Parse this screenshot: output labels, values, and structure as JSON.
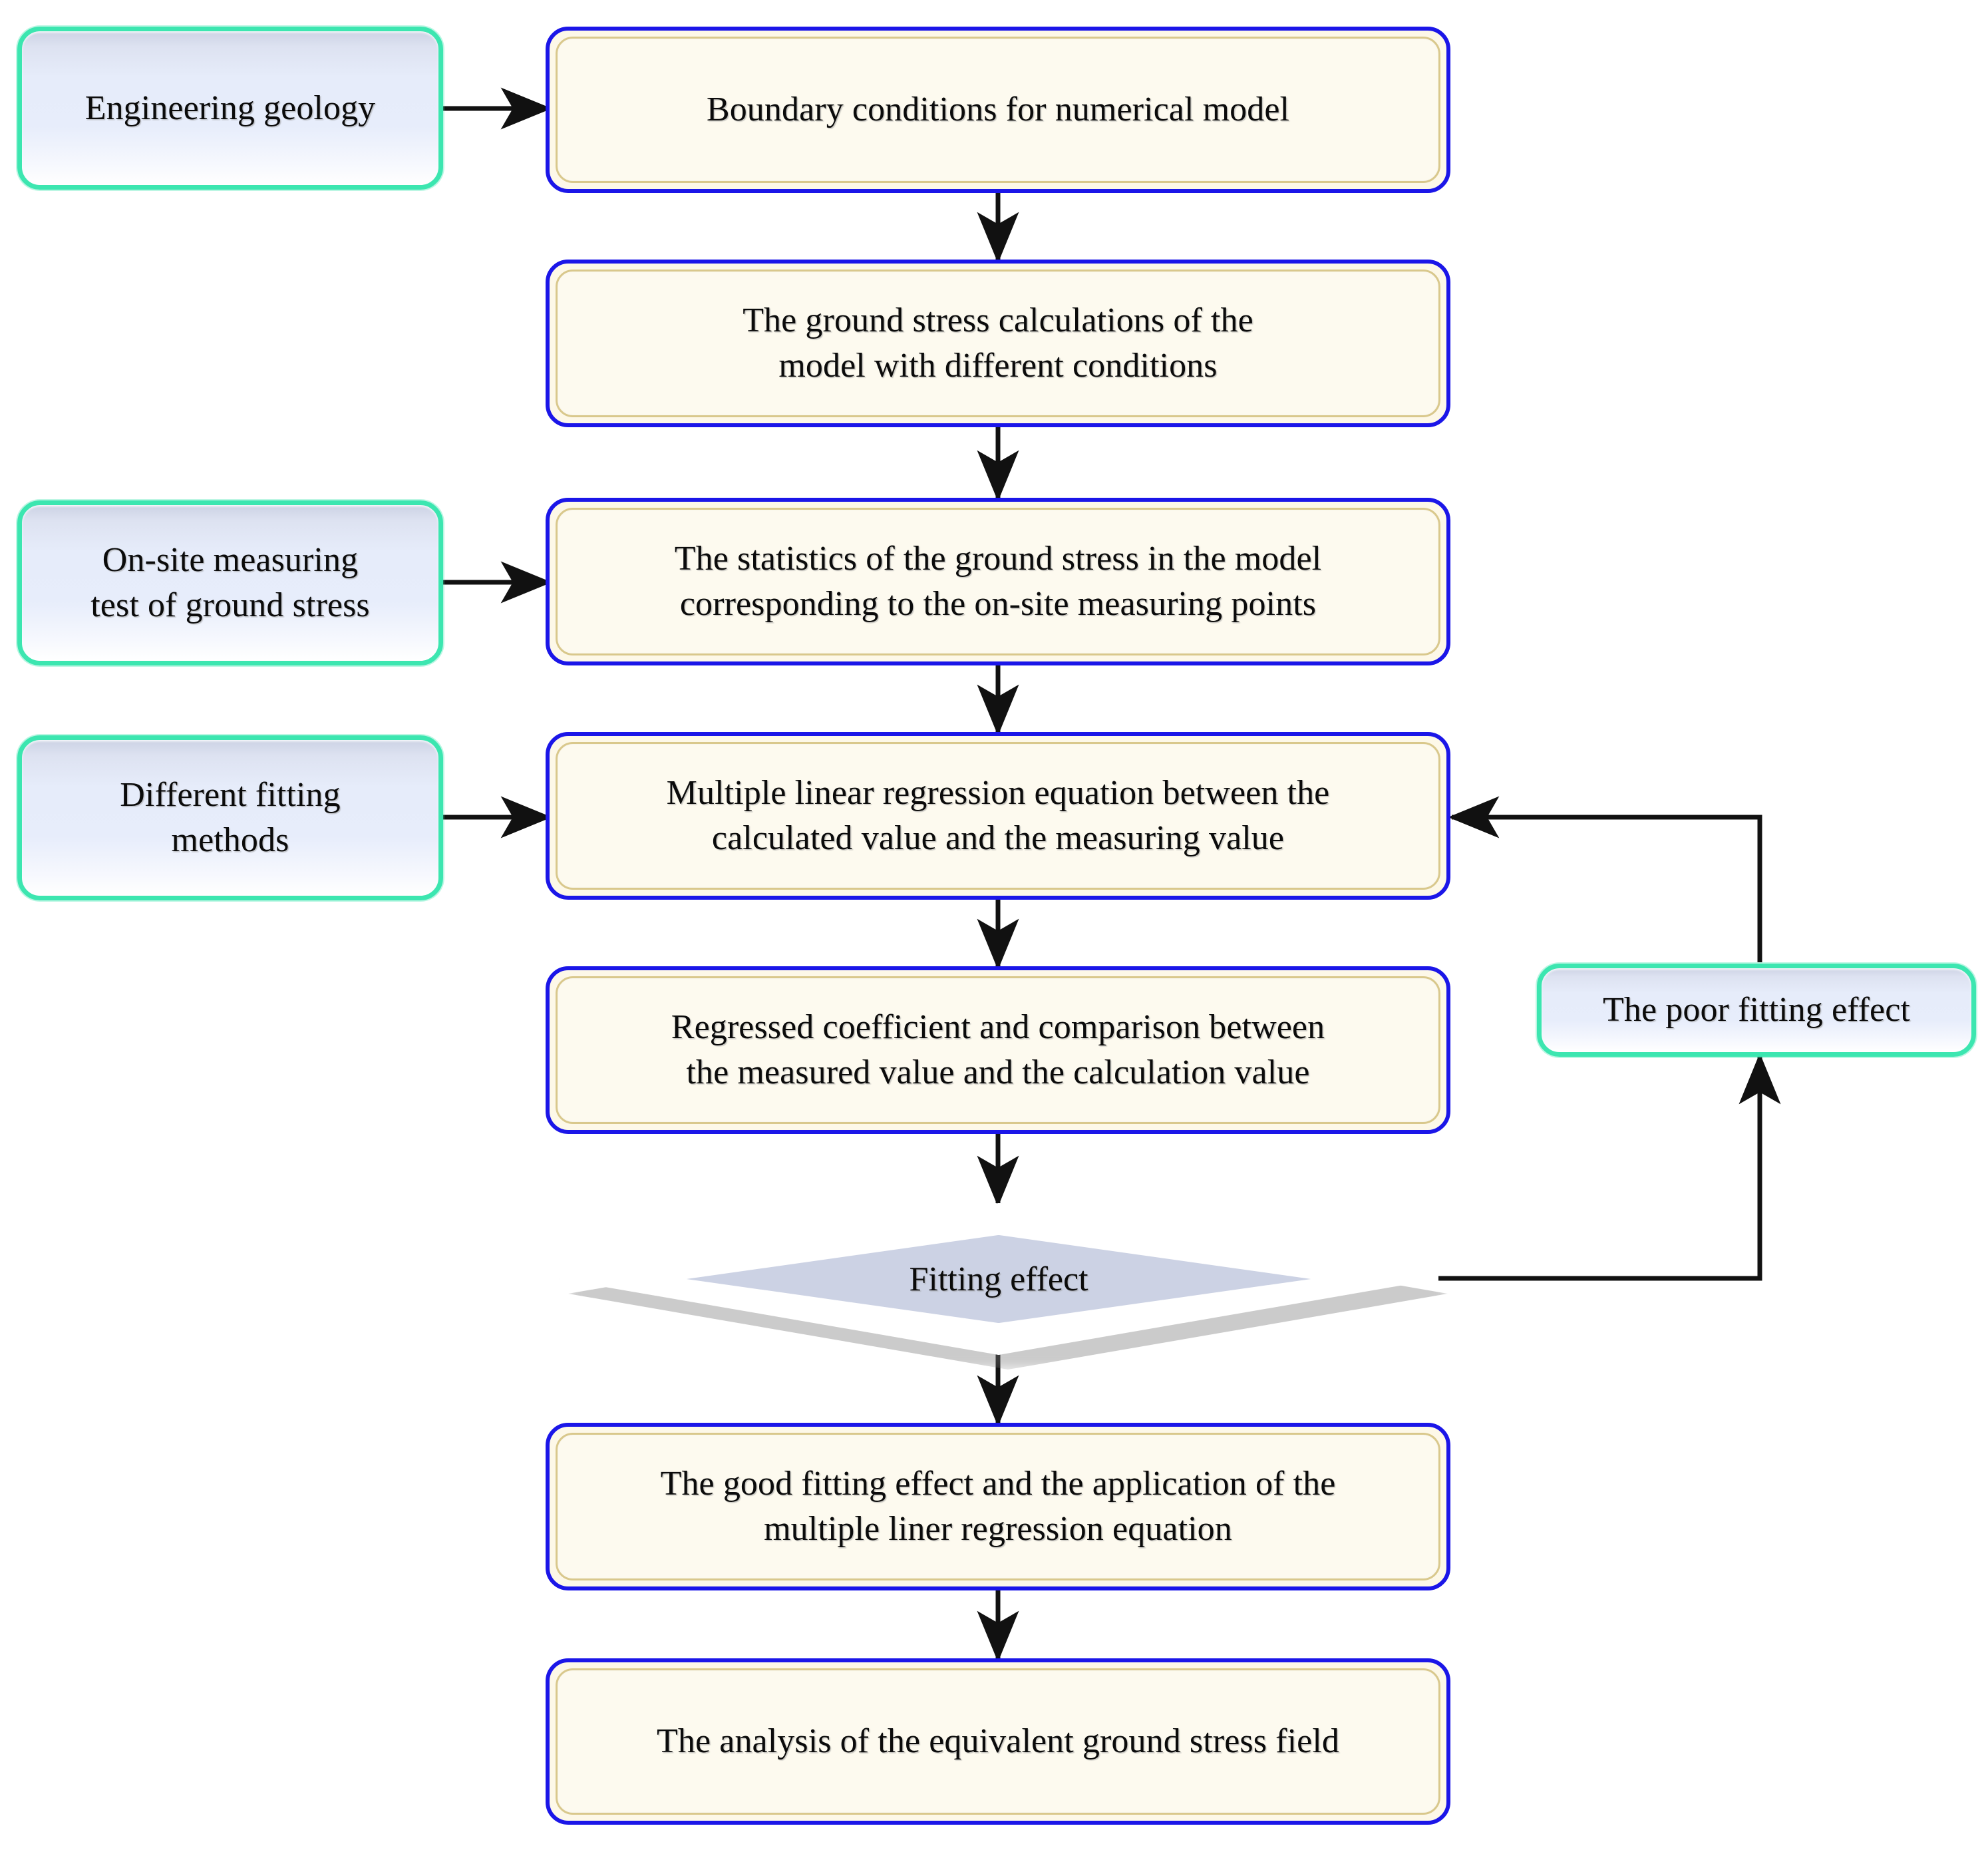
{
  "diagram": {
    "title": "Ground stress field regression analysis flowchart",
    "type": "flowchart",
    "background_color": "#ffffff",
    "palette": {
      "input_border": "#3ce6b0",
      "input_fill": "#e6ecfa",
      "process_border": "#1b16e8",
      "process_inner_border": "#d9c88c",
      "process_fill": "#fdfaef",
      "decision_fill": "#ccd2e4",
      "decision_border": "#ffffff",
      "connector": "#111111"
    }
  },
  "nodes": {
    "engineering_geology": {
      "label": "Engineering geology",
      "shape": "rounded-rect",
      "role": "input"
    },
    "boundary_conditions": {
      "label": "Boundary conditions for numerical model",
      "shape": "rounded-rect",
      "role": "process"
    },
    "ground_stress_calculations": {
      "label": "The ground stress calculations of the\nmodel with different conditions",
      "shape": "rounded-rect",
      "role": "process"
    },
    "on_site_measuring": {
      "label": "On-site measuring\ntest of ground stress",
      "shape": "rounded-rect",
      "role": "input"
    },
    "statistics_ground_stress": {
      "label": "The statistics of the ground stress in the model\ncorresponding to the on-site measuring points",
      "shape": "rounded-rect",
      "role": "process"
    },
    "different_fitting_methods": {
      "label": "Different fitting\nmethods",
      "shape": "rounded-rect",
      "role": "input"
    },
    "multiple_linear_regression": {
      "label": "Multiple linear regression equation between the\ncalculated value and the measuring value",
      "shape": "rounded-rect",
      "role": "process"
    },
    "regressed_coefficient": {
      "label": "Regressed coefficient and comparison between\nthe measured value and the calculation value",
      "shape": "rounded-rect",
      "role": "process"
    },
    "fitting_effect": {
      "label": "Fitting effect",
      "shape": "diamond",
      "role": "decision"
    },
    "poor_fitting_effect": {
      "label": "The poor fitting effect",
      "shape": "rounded-rect",
      "role": "input"
    },
    "good_fitting_effect": {
      "label": "The good fitting effect and the application of the\nmultiple liner regression equation",
      "shape": "rounded-rect",
      "role": "process"
    },
    "equivalent_stress_field": {
      "label": "The analysis of the equivalent ground stress field",
      "shape": "rounded-rect",
      "role": "process"
    }
  },
  "edges": [
    {
      "from": "engineering_geology",
      "to": "boundary_conditions",
      "direction": "right",
      "label": ""
    },
    {
      "from": "boundary_conditions",
      "to": "ground_stress_calculations",
      "direction": "down",
      "label": ""
    },
    {
      "from": "ground_stress_calculations",
      "to": "statistics_ground_stress",
      "direction": "down",
      "label": ""
    },
    {
      "from": "on_site_measuring",
      "to": "statistics_ground_stress",
      "direction": "right",
      "label": ""
    },
    {
      "from": "statistics_ground_stress",
      "to": "multiple_linear_regression",
      "direction": "down",
      "label": ""
    },
    {
      "from": "different_fitting_methods",
      "to": "multiple_linear_regression",
      "direction": "right",
      "label": ""
    },
    {
      "from": "multiple_linear_regression",
      "to": "regressed_coefficient",
      "direction": "down",
      "label": ""
    },
    {
      "from": "regressed_coefficient",
      "to": "fitting_effect",
      "direction": "down",
      "label": ""
    },
    {
      "from": "fitting_effect",
      "to": "poor_fitting_effect",
      "direction": "right-up",
      "label": ""
    },
    {
      "from": "poor_fitting_effect",
      "to": "multiple_linear_regression",
      "direction": "up-left",
      "label": ""
    },
    {
      "from": "fitting_effect",
      "to": "good_fitting_effect",
      "direction": "down",
      "label": ""
    },
    {
      "from": "good_fitting_effect",
      "to": "equivalent_stress_field",
      "direction": "down",
      "label": ""
    }
  ]
}
